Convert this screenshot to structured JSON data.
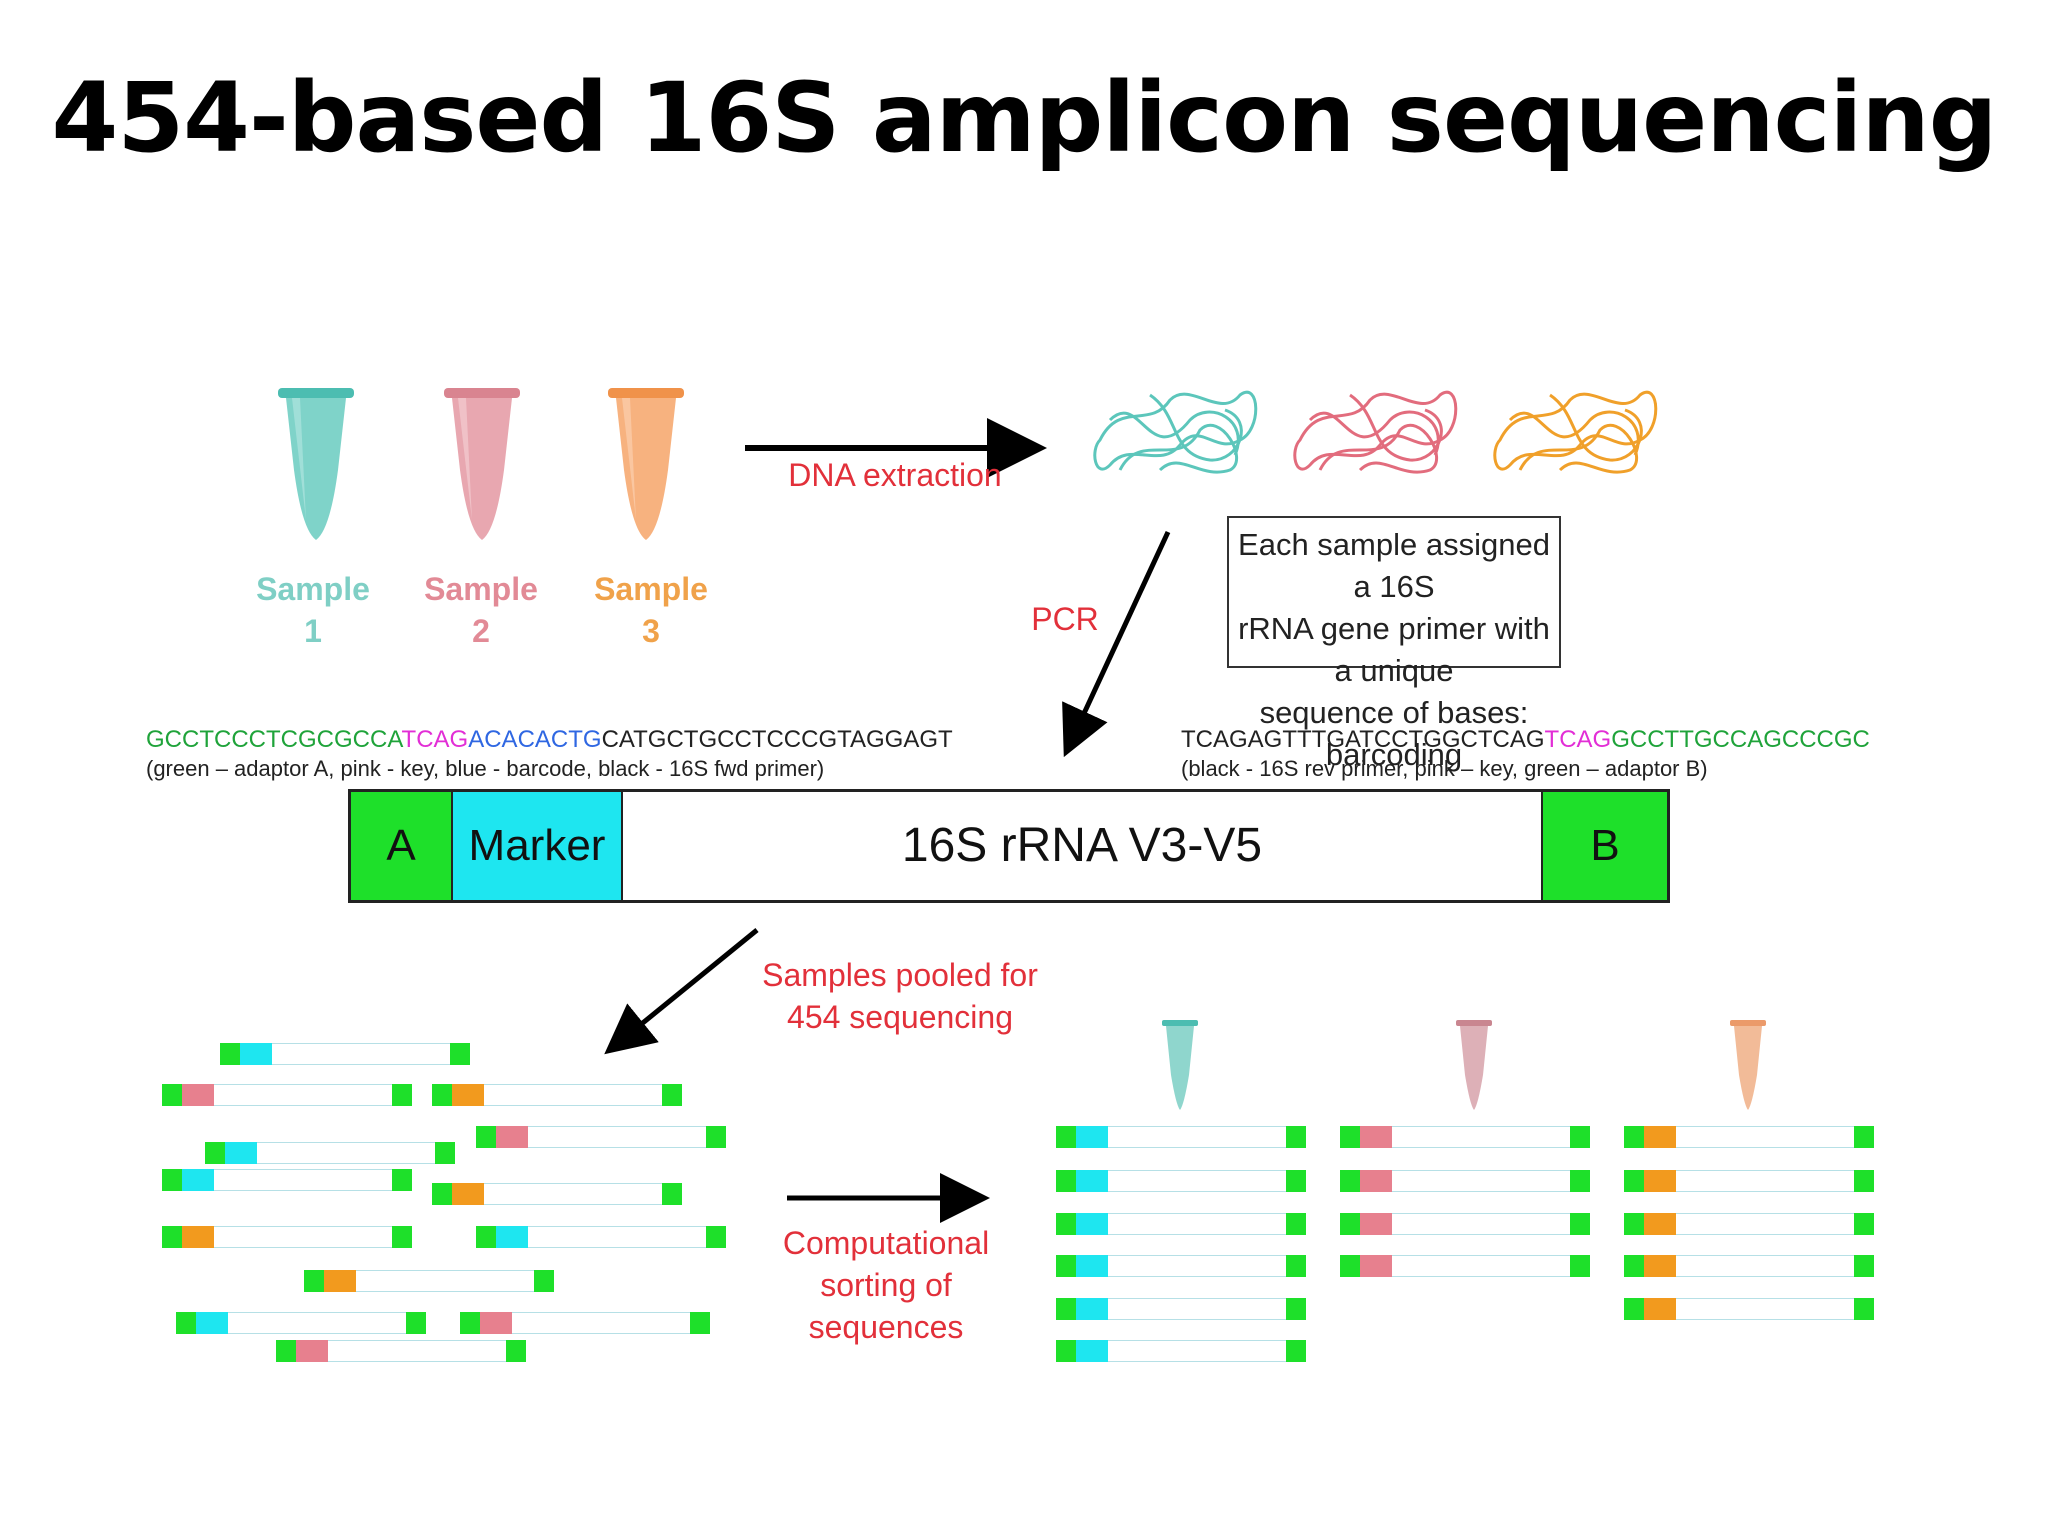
{
  "title": "454-based 16S amplicon sequencing",
  "samples": [
    {
      "label": "Sample\n1",
      "line1": "Sample",
      "line2": "1",
      "color": "#5cc6bb"
    },
    {
      "label": "Sample\n2",
      "line1": "Sample",
      "line2": "2",
      "color": "#e28a96"
    },
    {
      "label": "Sample\n3",
      "line1": "Sample",
      "line2": "3",
      "color": "#f4a25e"
    }
  ],
  "steps": {
    "dna_extraction": "DNA extraction",
    "pcr": "PCR",
    "pooled_line1": "Samples pooled for",
    "pooled_line2": "454 sequencing",
    "sorting_line1": "Computational",
    "sorting_line2": "sorting of",
    "sorting_line3": "sequences"
  },
  "note": {
    "line1": "Each sample assigned a 16S",
    "line2": "rRNA gene primer with a unique",
    "line3": "sequence of bases: barcoding"
  },
  "fwd": {
    "adaptor": "GCCTCCCTCGCGCCA",
    "key": "TCAG",
    "barcode": "ACACACTG",
    "primer": "CATGCTGCCTCCCGTAGGAGT",
    "legend": "(green – adaptor A, pink - key, blue - barcode, black - 16S fwd primer)"
  },
  "rev": {
    "primer": "TCAGAGTTTGATCCTGGCTCAG",
    "key": "TCAG",
    "adaptor": "GCCTTGCCAGCCCGC",
    "legend": "(black - 16S rev primer, pink – key, green – adaptor B)"
  },
  "amplicon": {
    "a": "A",
    "marker": "Marker",
    "region": "16S rRNA V3-V5",
    "b": "B"
  },
  "colors": {
    "step_label": "#e2303a",
    "adaptor_green": "#1ee02a",
    "marker_cyan": "#1ee6f0",
    "marker_pink": "#e7808e",
    "marker_orange": "#f29a1e"
  }
}
